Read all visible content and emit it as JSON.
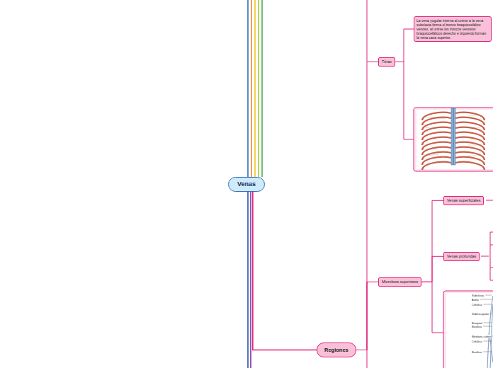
{
  "diagram": {
    "nodes": [
      {
        "text": [
          "Venas"
        ]
      },
      {
        "text": [
          "Regiones"
        ]
      },
      {
        "text": [
          "Tórax"
        ]
      },
      {
        "text": [
          "La vena yugular interna al unirse a la vena subclavia forma el tronco braquiocefálico venoso, al unirse los troncos venosos braquiocefálicos derecho e izquierdo forman la vena cava superior."
        ]
      },
      {
        "text": [
          "Miembros superiores"
        ]
      },
      {
        "text": [
          "Venas superficiales"
        ]
      },
      {
        "text": [
          "Venas profundas"
        ]
      }
    ],
    "edges": [
      {
        "from": 0,
        "to": 1,
        "arrow": "none"
      },
      {
        "from": 1,
        "to": 2,
        "arrow": "none"
      },
      {
        "from": 1,
        "to": 4,
        "arrow": "none"
      },
      {
        "from": 2,
        "to": 3,
        "arrow": "none"
      },
      {
        "from": 4,
        "to": 5,
        "arrow": "none"
      },
      {
        "from": 4,
        "to": 6,
        "arrow": "none"
      }
    ],
    "labels": [
      "Subclavia",
      "Axilar",
      "Cefálica",
      "Subescapular",
      "Braquial",
      "Basílica",
      "Mediana cubital",
      "Cefálica",
      "Basílica"
    ]
  }
}
